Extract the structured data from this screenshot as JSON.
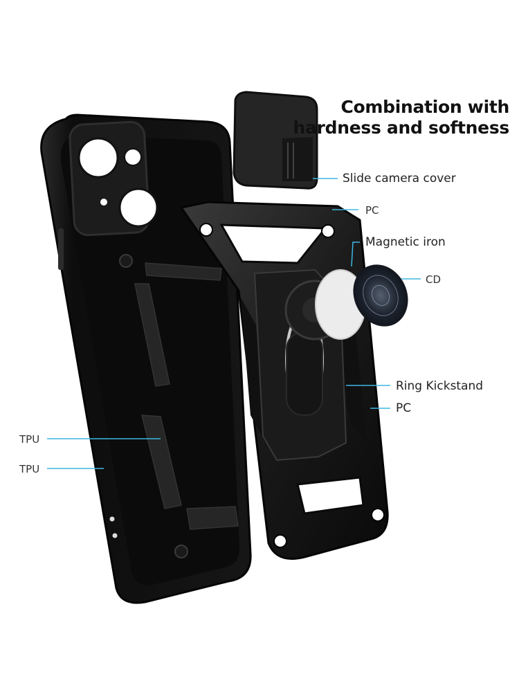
{
  "headline": {
    "line1": "Combination with",
    "line2": "hardness and softness"
  },
  "labels": {
    "slide_camera_cover": "Slide camera cover",
    "pc_top": "PC",
    "magnetic_iron": "Magnetic iron",
    "cd": "CD",
    "ring_kickstand": "Ring Kickstand",
    "pc_bottom": "PC",
    "tpu_upper": "TPU",
    "tpu_lower": "TPU"
  },
  "colors": {
    "callout_line": "#3fb6e0",
    "case_black": "#141414",
    "magnet_plate": "#ececec"
  }
}
